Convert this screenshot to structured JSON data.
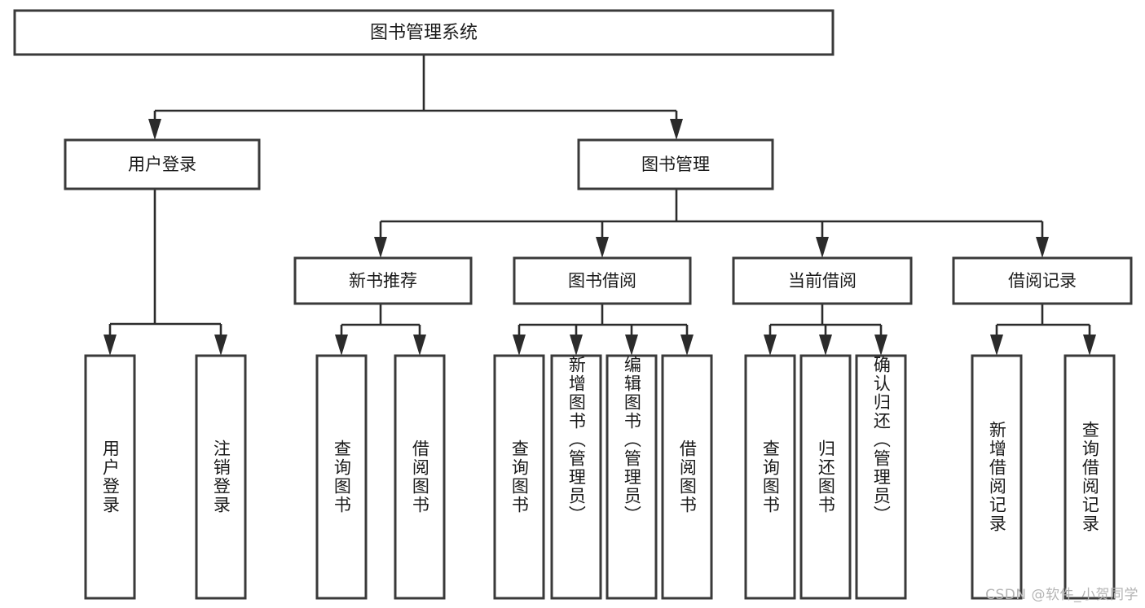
{
  "diagram": {
    "title": "图书管理系统",
    "type": "tree",
    "orientation": "top-down",
    "watermark": "CSDN @软件_小贺同学",
    "colors": {
      "box_stroke": "#3a3a3a",
      "box_fill": "#ffffff",
      "connector": "#2b2b2b",
      "text": "#1a1a1a",
      "watermark": "#b4b4b4",
      "background": "#ffffff"
    },
    "levels": {
      "root": {
        "label": "图书管理系统"
      },
      "level2": [
        {
          "id": "user-login",
          "label": "用户登录"
        },
        {
          "id": "book-management",
          "label": "图书管理"
        }
      ],
      "level3": [
        {
          "id": "new-book-recommend",
          "label": "新书推荐",
          "parent": "book-management"
        },
        {
          "id": "book-borrow",
          "label": "图书借阅",
          "parent": "book-management"
        },
        {
          "id": "current-borrow",
          "label": "当前借阅",
          "parent": "book-management"
        },
        {
          "id": "borrow-record",
          "label": "借阅记录",
          "parent": "book-management"
        }
      ],
      "leaves": {
        "user_login": [
          {
            "id": "leaf-user-login",
            "label": "用户登录"
          },
          {
            "id": "leaf-user-logout",
            "label": "注销登录"
          }
        ],
        "new_book_recommend": [
          {
            "id": "leaf-query-book-1",
            "label": "查询图书"
          },
          {
            "id": "leaf-borrow-book-1",
            "label": "借阅图书"
          }
        ],
        "book_borrow": [
          {
            "id": "leaf-query-book-2",
            "label": "查询图书"
          },
          {
            "id": "leaf-add-book",
            "label": "新增图书（管理员）"
          },
          {
            "id": "leaf-edit-book",
            "label": "编辑图书（管理员）"
          },
          {
            "id": "leaf-borrow-book-2",
            "label": "借阅图书"
          }
        ],
        "current_borrow": [
          {
            "id": "leaf-query-book-3",
            "label": "查询图书"
          },
          {
            "id": "leaf-return-book",
            "label": "归还图书"
          },
          {
            "id": "leaf-confirm-return",
            "label": "确认归还（管理员）"
          }
        ],
        "borrow_record": [
          {
            "id": "leaf-add-record",
            "label": "新增借阅记录"
          },
          {
            "id": "leaf-query-record",
            "label": "查询借阅记录"
          }
        ]
      }
    }
  }
}
